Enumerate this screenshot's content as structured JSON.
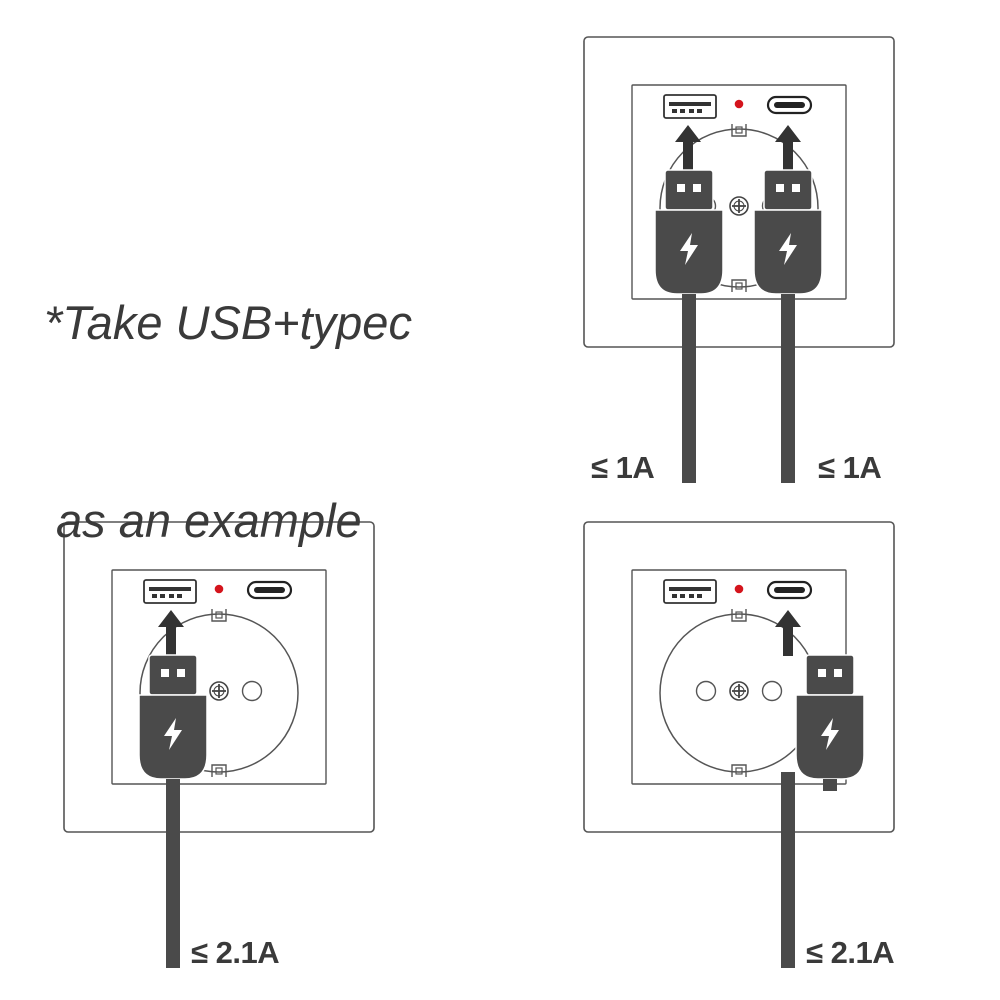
{
  "caption": {
    "line1": "*Take USB+typec",
    "line2": "as an example"
  },
  "labels": {
    "top_left": "≤ 1A",
    "top_right": "≤ 1A",
    "bottom_left": "≤ 2.1A",
    "bottom_right": "≤ 2.1A"
  },
  "colors": {
    "cable": "#4a4a4a",
    "indicator": "#d4141c",
    "text": "#3a3a3a",
    "outline": "#555555"
  },
  "icons": [
    "usb-a-port-icon",
    "usb-c-port-icon",
    "indicator-led-icon",
    "lightning-icon",
    "insert-arrow-icon",
    "screw-icon"
  ]
}
